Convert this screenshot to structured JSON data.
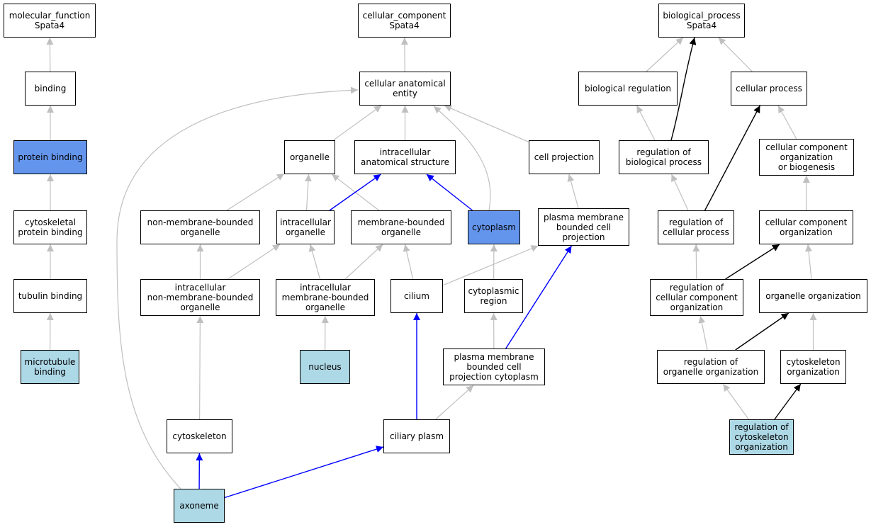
{
  "colors": {
    "node_default": "#ffffff",
    "node_selected": "#6495ed",
    "node_leaf": "#add8e6",
    "edge_gray": "#c0c0c0",
    "edge_blue": "#0000ff",
    "edge_black": "#000000"
  },
  "nodes": [
    {
      "id": "mf",
      "label": "molecular_function\nSpata4",
      "style": "default"
    },
    {
      "id": "binding",
      "label": "binding",
      "style": "default"
    },
    {
      "id": "protein_binding",
      "label": "protein binding",
      "style": "selected"
    },
    {
      "id": "cyto_protein_binding",
      "label": "cytoskeletal\nprotein binding",
      "style": "default"
    },
    {
      "id": "tubulin_binding",
      "label": "tubulin binding",
      "style": "default"
    },
    {
      "id": "microtubule_binding",
      "label": "microtubule\nbinding",
      "style": "leaf"
    },
    {
      "id": "cc",
      "label": "cellular_component\nSpata4",
      "style": "default"
    },
    {
      "id": "cae",
      "label": "cellular anatomical\nentity",
      "style": "default"
    },
    {
      "id": "organelle",
      "label": "organelle",
      "style": "default"
    },
    {
      "id": "ias",
      "label": "intracellular\nanatomical structure",
      "style": "default"
    },
    {
      "id": "cell_projection",
      "label": "cell projection",
      "style": "default"
    },
    {
      "id": "nmbo",
      "label": "non-membrane-bounded\norganelle",
      "style": "default"
    },
    {
      "id": "io",
      "label": "intracellular\norganelle",
      "style": "default"
    },
    {
      "id": "mbo",
      "label": "membrane-bounded\norganelle",
      "style": "default"
    },
    {
      "id": "cytoplasm",
      "label": "cytoplasm",
      "style": "selected"
    },
    {
      "id": "pmbcp",
      "label": "plasma membrane\nbounded cell\nprojection",
      "style": "default"
    },
    {
      "id": "inmbo",
      "label": "intracellular\nnon-membrane-bounded\norganelle",
      "style": "default"
    },
    {
      "id": "imbo",
      "label": "intracellular\nmembrane-bounded\norganelle",
      "style": "default"
    },
    {
      "id": "cilium",
      "label": "cilium",
      "style": "default"
    },
    {
      "id": "cyto_region",
      "label": "cytoplasmic\nregion",
      "style": "default"
    },
    {
      "id": "nucleus",
      "label": "nucleus",
      "style": "leaf"
    },
    {
      "id": "pmbcpc",
      "label": "plasma membrane\nbounded cell\nprojection cytoplasm",
      "style": "default"
    },
    {
      "id": "cytoskeleton",
      "label": "cytoskeleton",
      "style": "default"
    },
    {
      "id": "ciliary_plasm",
      "label": "ciliary plasm",
      "style": "default"
    },
    {
      "id": "axoneme",
      "label": "axoneme",
      "style": "leaf"
    },
    {
      "id": "bp",
      "label": "biological_process\nSpata4",
      "style": "default"
    },
    {
      "id": "bio_reg",
      "label": "biological regulation",
      "style": "default"
    },
    {
      "id": "cell_proc",
      "label": "cellular process",
      "style": "default"
    },
    {
      "id": "reg_bio_proc",
      "label": "regulation of\nbiological process",
      "style": "default"
    },
    {
      "id": "ccob",
      "label": "cellular component\norganization\nor biogenesis",
      "style": "default"
    },
    {
      "id": "reg_cell_proc",
      "label": "regulation of\ncellular process",
      "style": "default"
    },
    {
      "id": "cco",
      "label": "cellular component\norganization",
      "style": "default"
    },
    {
      "id": "reg_cco",
      "label": "regulation of\ncellular component\norganization",
      "style": "default"
    },
    {
      "id": "org_org",
      "label": "organelle organization",
      "style": "default"
    },
    {
      "id": "reg_org_org",
      "label": "regulation of\norganelle organization",
      "style": "default"
    },
    {
      "id": "cytoskeleton_org",
      "label": "cytoskeleton\norganization",
      "style": "default"
    },
    {
      "id": "reg_cytoskeleton_org",
      "label": "regulation of\ncytoskeleton\norganization",
      "style": "leaf"
    }
  ],
  "edges": [
    {
      "from": "binding",
      "to": "mf",
      "color": "gray"
    },
    {
      "from": "protein_binding",
      "to": "binding",
      "color": "gray"
    },
    {
      "from": "cyto_protein_binding",
      "to": "protein_binding",
      "color": "gray"
    },
    {
      "from": "tubulin_binding",
      "to": "cyto_protein_binding",
      "color": "gray"
    },
    {
      "from": "microtubule_binding",
      "to": "tubulin_binding",
      "color": "gray"
    },
    {
      "from": "cae",
      "to": "cc",
      "color": "gray"
    },
    {
      "from": "organelle",
      "to": "cae",
      "color": "gray"
    },
    {
      "from": "ias",
      "to": "cae",
      "color": "gray"
    },
    {
      "from": "cell_projection",
      "to": "cae",
      "color": "gray"
    },
    {
      "from": "cytoplasm",
      "to": "cae",
      "color": "gray"
    },
    {
      "from": "axoneme",
      "to": "cae",
      "color": "gray"
    },
    {
      "from": "nmbo",
      "to": "organelle",
      "color": "gray"
    },
    {
      "from": "io",
      "to": "organelle",
      "color": "gray"
    },
    {
      "from": "mbo",
      "to": "organelle",
      "color": "gray"
    },
    {
      "from": "io",
      "to": "ias",
      "color": "blue"
    },
    {
      "from": "cytoplasm",
      "to": "ias",
      "color": "blue"
    },
    {
      "from": "pmbcp",
      "to": "cell_projection",
      "color": "gray"
    },
    {
      "from": "inmbo",
      "to": "nmbo",
      "color": "gray"
    },
    {
      "from": "inmbo",
      "to": "io",
      "color": "gray"
    },
    {
      "from": "imbo",
      "to": "io",
      "color": "gray"
    },
    {
      "from": "imbo",
      "to": "mbo",
      "color": "gray"
    },
    {
      "from": "cilium",
      "to": "mbo",
      "color": "gray"
    },
    {
      "from": "cilium",
      "to": "pmbcp",
      "color": "gray"
    },
    {
      "from": "cyto_region",
      "to": "cytoplasm",
      "color": "gray"
    },
    {
      "from": "nucleus",
      "to": "imbo",
      "color": "gray"
    },
    {
      "from": "pmbcpc",
      "to": "cyto_region",
      "color": "gray"
    },
    {
      "from": "pmbcpc",
      "to": "pmbcp",
      "color": "blue"
    },
    {
      "from": "cytoskeleton",
      "to": "inmbo",
      "color": "gray"
    },
    {
      "from": "ciliary_plasm",
      "to": "cilium",
      "color": "blue"
    },
    {
      "from": "ciliary_plasm",
      "to": "pmbcpc",
      "color": "gray"
    },
    {
      "from": "axoneme",
      "to": "cytoskeleton",
      "color": "blue"
    },
    {
      "from": "axoneme",
      "to": "ciliary_plasm",
      "color": "blue"
    },
    {
      "from": "bio_reg",
      "to": "bp",
      "color": "gray"
    },
    {
      "from": "cell_proc",
      "to": "bp",
      "color": "gray"
    },
    {
      "from": "reg_bio_proc",
      "to": "bio_reg",
      "color": "gray"
    },
    {
      "from": "reg_bio_proc",
      "to": "bp",
      "color": "black"
    },
    {
      "from": "ccob",
      "to": "cell_proc",
      "color": "gray"
    },
    {
      "from": "reg_cell_proc",
      "to": "reg_bio_proc",
      "color": "gray"
    },
    {
      "from": "reg_cell_proc",
      "to": "cell_proc",
      "color": "black"
    },
    {
      "from": "cco",
      "to": "ccob",
      "color": "gray"
    },
    {
      "from": "reg_cco",
      "to": "reg_cell_proc",
      "color": "gray"
    },
    {
      "from": "reg_cco",
      "to": "cco",
      "color": "black"
    },
    {
      "from": "org_org",
      "to": "cco",
      "color": "gray"
    },
    {
      "from": "reg_org_org",
      "to": "reg_cco",
      "color": "gray"
    },
    {
      "from": "reg_org_org",
      "to": "org_org",
      "color": "black"
    },
    {
      "from": "cytoskeleton_org",
      "to": "org_org",
      "color": "gray"
    },
    {
      "from": "reg_cytoskeleton_org",
      "to": "reg_org_org",
      "color": "gray"
    },
    {
      "from": "reg_cytoskeleton_org",
      "to": "cytoskeleton_org",
      "color": "black"
    }
  ]
}
